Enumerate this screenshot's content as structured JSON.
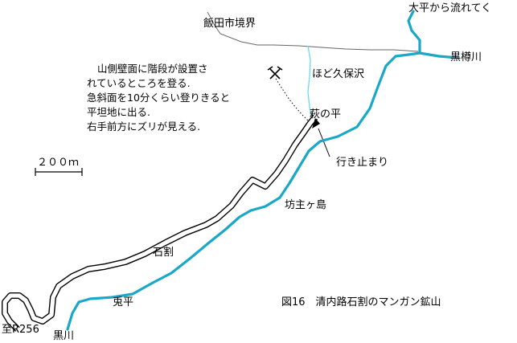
{
  "colors": {
    "river": "#19a8c8",
    "stream": "#66ddee",
    "road": "#000000",
    "boundary": "#666666",
    "background": "#ffffff"
  },
  "labels": {
    "city_boundary": "飯田市境界",
    "from_ohira": "大平から流れてく",
    "kurogiku_river_upper": "黒樽川",
    "hodokubo_sawa": "ほど久保沢",
    "hagi_no_taira": "萩の平",
    "road_end": "行き止まり",
    "bozugashima": "坊主ヶ島",
    "ishiwari": "石割",
    "usagidaira": "兎平",
    "kurokawa_lower": "黒川",
    "to_r256": "至R256",
    "figure_caption": "図16　清内路石割のマンガン鉱山"
  },
  "note": {
    "lines": [
      "山側壁面に階段が設置さ",
      "れているところを登る.",
      "急斜面を10分くらい登りきると",
      "平坦地に出る.",
      "右手前方にズリが見える."
    ]
  },
  "scale": {
    "label": "２００ｍ"
  },
  "icons": {
    "mine": "crossed-hammers-icon",
    "road_end": "arrow-marker-icon"
  }
}
